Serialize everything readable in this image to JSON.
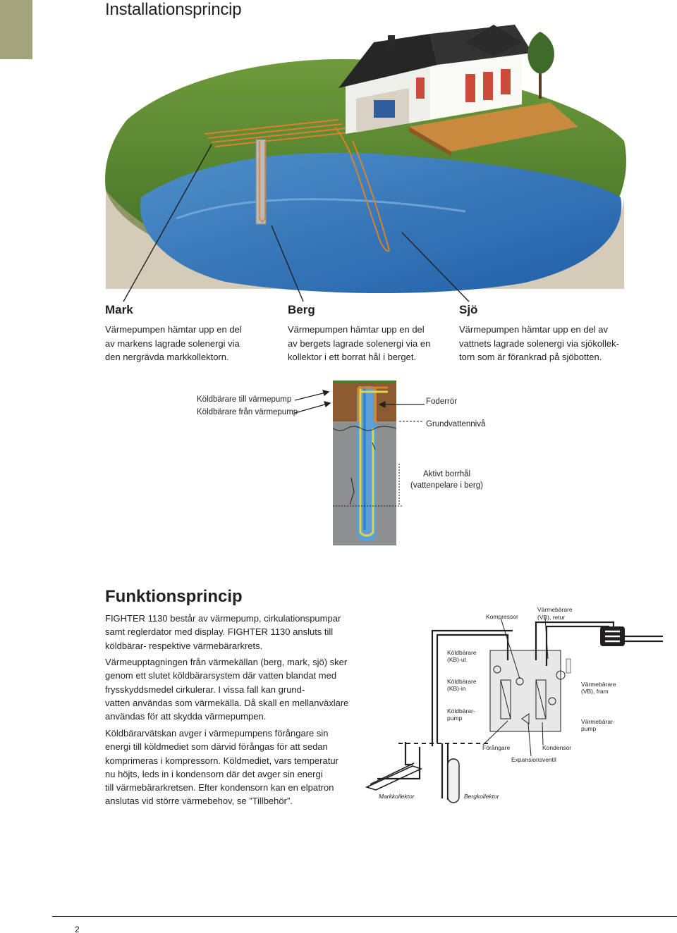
{
  "page": {
    "title": "Installationsprincip",
    "page_number": "2"
  },
  "columns": [
    {
      "title": "Mark",
      "lines": [
        "Värmepumpen hämtar upp en del",
        "av markens  lagrade solenergi via",
        "den nergrävda markkollektorn."
      ]
    },
    {
      "title": "Berg",
      "lines": [
        "Värmepumpen hämtar upp en del",
        "av bergets lagrade solenergi via en",
        "kollektor i ett borrat hål i berget."
      ]
    },
    {
      "title": "Sjö",
      "lines": [
        "Värmepumpen hämtar upp en del av",
        "vattnets lagrade solenergi via sjökollek-",
        "torn som är förankrad på sjöbotten."
      ]
    }
  ],
  "borehole": {
    "label_to_pump": "Köldbärare till värmepump",
    "label_from_pump": "Köldbärare från värmepump",
    "label_casing": "Foderrör",
    "label_groundwater": "Grundvattennivå",
    "label_active_line1": "Aktivt borrhål",
    "label_active_line2": "(vattenpelare i berg)"
  },
  "function": {
    "title": "Funktionsprincip",
    "paragraph1": [
      "FIGHTER 1130 består av värmepump, cirkulationspumpar",
      "samt reglerdator med display. FIGHTER 1130 ansluts till",
      "köldbärar- respektive värmebärarkrets."
    ],
    "paragraph2": [
      "Värmeupptagningen från värmekällan (berg, mark, sjö) sker",
      "genom ett slutet köldbärarsystem där vatten blandat med",
      "frysskyddsmedel cirkulerar. I vissa fall kan grund-",
      "vatten användas som värmekälla. Då skall en mellanväxlare",
      "användas för att skydda värmepumpen."
    ],
    "paragraph3": [
      "Köldbärarvätskan avger i värmepumpens förångare sin",
      "energi till köldmediet som därvid förångas för att sedan",
      "komprimeras i kompressorn. Köldmediet, vars temperatur",
      "nu höjts, leds in i  kondensorn där det avger sin energi",
      "till  värmebärarkretsen. Efter kondensorn kan en elpatron",
      "anslutas vid större värmebehov, se ”Tillbehör”."
    ]
  },
  "schematic": {
    "kompressor": "Kompressor",
    "vb_retur_1": "Värmebärare",
    "vb_retur_2": "(VB), retur",
    "kb_ut_1": "Köldbärare",
    "kb_ut_2": "(KB)-ut",
    "kb_in_1": "Köldbärare",
    "kb_in_2": "(KB)-in",
    "kb_pump_1": "Köldbärar-",
    "kb_pump_2": "pump",
    "vb_fram_1": "Värmebärare",
    "vb_fram_2": "(VB), fram",
    "vb_pump_1": "Värmebärar-",
    "vb_pump_2": "pump",
    "forangare": "Förångare",
    "kondensor": "Kondensor",
    "expansionsventil": "Expansionsventil",
    "markkollektor": "Markkollektor",
    "bergkollektor": "Bergkollektor"
  }
}
